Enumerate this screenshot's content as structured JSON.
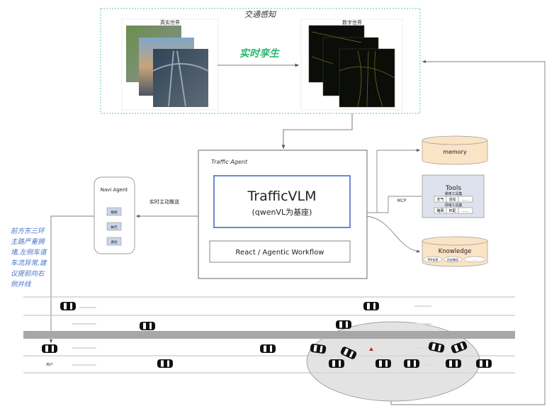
{
  "perception": {
    "title": "交通感知",
    "real_world_label": "真实世界",
    "digital_world_label": "数字世界",
    "twin_label": "实时孪生"
  },
  "traffic_agent": {
    "title": "Traffic Agent",
    "vlm_title": "TrafficVLM",
    "vlm_subtitle": "(qwenVL为基座)",
    "workflow_label": "React / Agentic Workflow"
  },
  "navi_agent": {
    "title": "Navi Agent",
    "items": [
      "规划",
      "执行",
      "表达"
    ],
    "push_label": "实时主动推送"
  },
  "memory": {
    "label": "memory"
  },
  "tools": {
    "title": "Tools",
    "mcp_label": "MCP",
    "groups": [
      {
        "label": "通用工具集",
        "items": [
          "天气",
          "活动",
          "......"
        ]
      },
      {
        "label": "领域工具集",
        "items": [
          "路网",
          "匹配",
          "......"
        ]
      }
    ]
  },
  "knowledge": {
    "title": "Knowledge",
    "items": [
      "POI信息",
      "历史路况",
      "......"
    ]
  },
  "advice_lines": [
    "前方东三环",
    "主路严重拥",
    "堵,左侧车道",
    "车流异常,建",
    "议提前向右",
    "侧并线"
  ],
  "user_label": "用户",
  "colors": {
    "accent_green": "#2bb673",
    "advice_blue": "#4a74c9",
    "vlm_border": "#3a62c4",
    "cylinder_fill": "#fbe3c5",
    "tools_fill": "#dde2ec",
    "incident_red": "#c0282d"
  }
}
